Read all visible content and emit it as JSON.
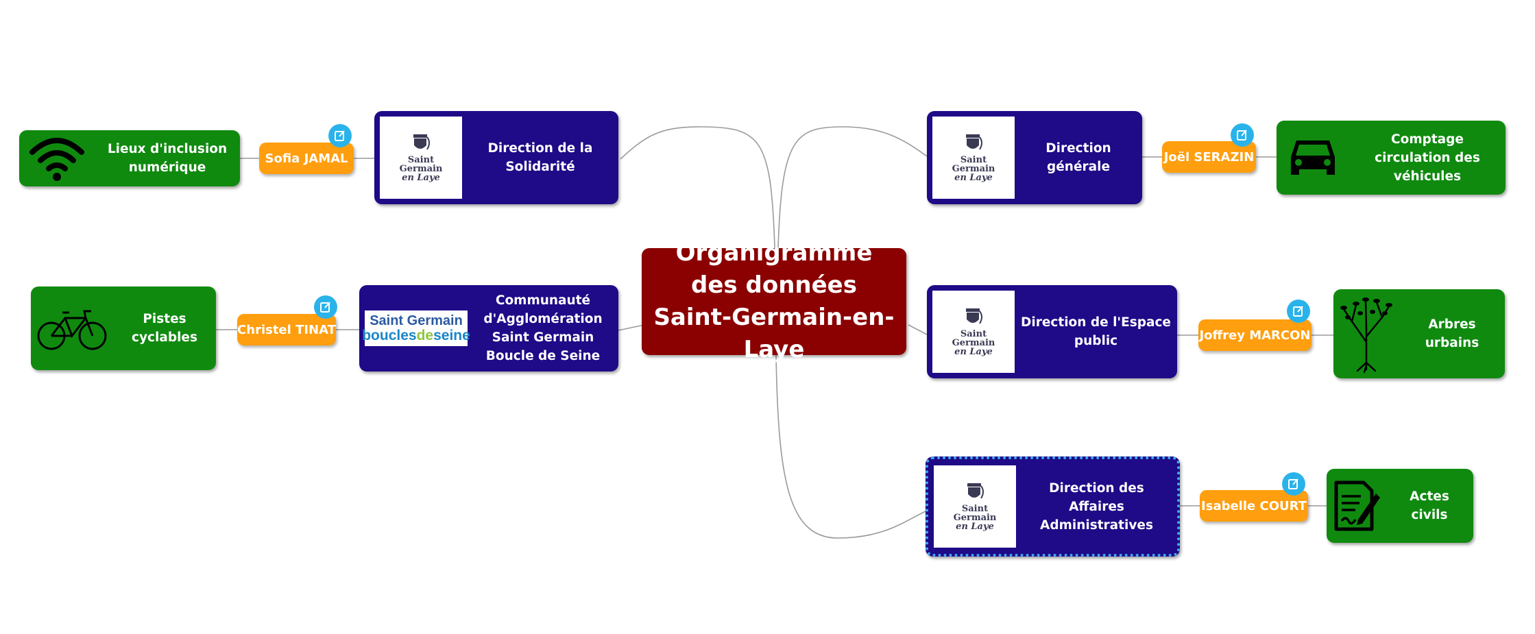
{
  "diagram": {
    "central": "Organigramme des données Saint-Germain-en-Laye",
    "logo_sgl": {
      "line1": "Saint",
      "line2": "Germain",
      "line3": "en Laye"
    },
    "logo_agglo": {
      "line1": "Saint Germain",
      "line2a": "boucles",
      "line2b": "de",
      "line2c": "seine"
    },
    "branches": {
      "solidarite": {
        "direction": "Direction de la Solidarité",
        "person": "Sofia JAMAL",
        "leaf": "Lieux d'inclusion numérique",
        "leaf_icon": "wifi-icon"
      },
      "agglo": {
        "direction": "Communauté d'Agglomération Saint Germain Boucle de Seine",
        "person": "Christel TINAT",
        "leaf": "Pistes cyclables",
        "leaf_icon": "bicycle-icon"
      },
      "generale": {
        "direction": "Direction générale",
        "person": "Joël SERAZIN",
        "leaf": "Comptage circulation des véhicules",
        "leaf_icon": "car-icon"
      },
      "espace": {
        "direction": "Direction de l'Espace public",
        "person": "Joffrey MARCON",
        "leaf": "Arbres urbains",
        "leaf_icon": "tree-icon"
      },
      "affaires": {
        "direction": "Direction des Affaires Administratives",
        "person": "Isabelle COURT",
        "leaf": "Actes civils",
        "leaf_icon": "document-icon"
      }
    },
    "colors": {
      "central": "#8b0000",
      "direction": "#1f0a87",
      "person": "#ff9e0e",
      "leaf": "#0f8a0f",
      "note": "#2ab3ea",
      "link": "#9a9a9a"
    }
  }
}
